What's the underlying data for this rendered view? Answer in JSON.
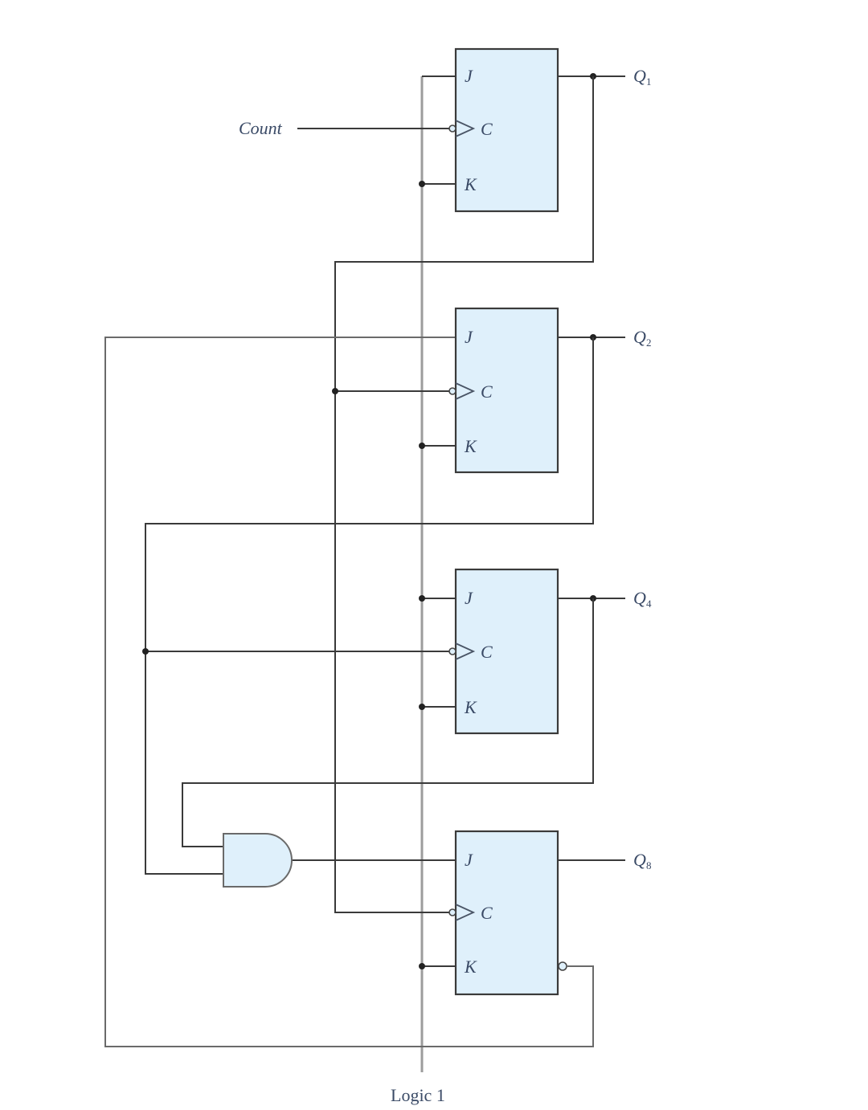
{
  "diagram": {
    "type": "synchronous-decade-counter-circuit",
    "inputs": {
      "count_label": "Count",
      "logic_label": "Logic 1"
    },
    "flip_flops": [
      {
        "id": "ff1",
        "pins": {
          "j": "J",
          "c": "C",
          "k": "K"
        },
        "output": {
          "main": "Q",
          "sub": "1"
        }
      },
      {
        "id": "ff2",
        "pins": {
          "j": "J",
          "c": "C",
          "k": "K"
        },
        "output": {
          "main": "Q",
          "sub": "2"
        }
      },
      {
        "id": "ff4",
        "pins": {
          "j": "J",
          "c": "C",
          "k": "K"
        },
        "output": {
          "main": "Q",
          "sub": "4"
        }
      },
      {
        "id": "ff8",
        "pins": {
          "j": "J",
          "c": "C",
          "k": "K"
        },
        "output": {
          "main": "Q",
          "sub": "8"
        }
      }
    ],
    "gates": [
      {
        "id": "and1",
        "type": "AND",
        "inputs": [
          "Q4",
          "Q2"
        ],
        "output_to": "ff8.J"
      }
    ],
    "colors": {
      "component_fill": "#dff0fb",
      "wire": "#3a3a3a",
      "logic_rail": "#9c9c9c",
      "label_text": "#3a4a66"
    }
  }
}
